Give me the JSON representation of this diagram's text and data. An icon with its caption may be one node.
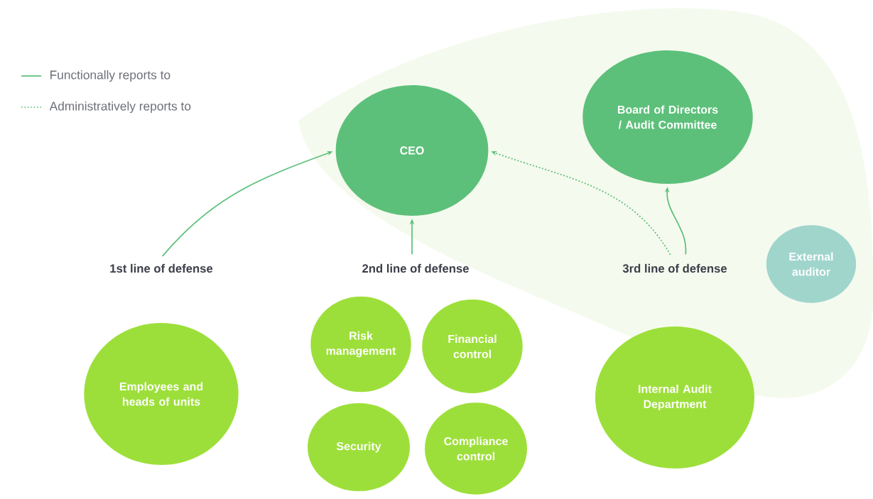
{
  "diagram": {
    "nodes": [
      {
        "text": [
          "CEO"
        ]
      },
      {
        "text": [
          "Board of Directors / Audit Committee"
        ]
      },
      {
        "text": [
          "1st line of defense"
        ]
      },
      {
        "text": [
          "2nd line of defense"
        ]
      },
      {
        "text": [
          "3rd line of defense"
        ]
      },
      {
        "text": [
          "External auditor"
        ]
      },
      {
        "text": [
          "Employees and heads of units"
        ]
      },
      {
        "text": [
          "Risk management"
        ]
      },
      {
        "text": [
          "Financial control"
        ]
      },
      {
        "text": [
          "Security"
        ]
      },
      {
        "text": [
          "Compliance control"
        ]
      },
      {
        "text": [
          "Internal Audit Department"
        ]
      }
    ],
    "edges": [
      {
        "from": 2,
        "to": 0,
        "arrow": "to"
      },
      {
        "from": 3,
        "to": 0,
        "arrow": "to"
      },
      {
        "from": 4,
        "to": 0,
        "arrow": "to",
        "style": "dashed"
      },
      {
        "from": 4,
        "to": 1,
        "arrow": "to"
      }
    ],
    "legend": [
      {
        "text": "Functionally reports to"
      },
      {
        "text": "Administratively reports to"
      }
    ]
  }
}
